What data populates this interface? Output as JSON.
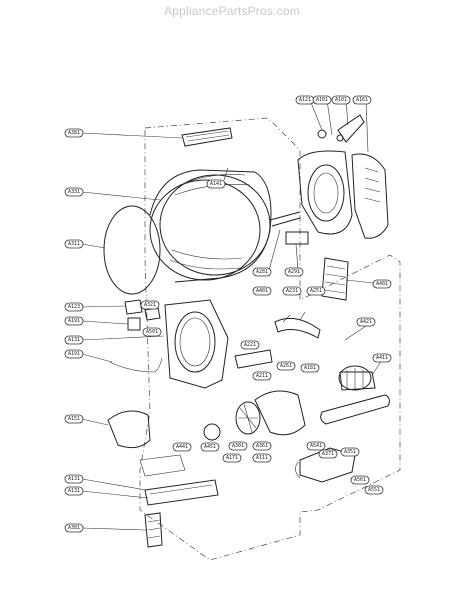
{
  "watermark": "AppliancePartsPros.com",
  "callouts": [
    "A381",
    "A331",
    "A311",
    "A123",
    "A191",
    "A131",
    "A191",
    "A151",
    "A131",
    "A131",
    "A381",
    "A141",
    "A281",
    "A291",
    "A121",
    "A101",
    "A101",
    "A161",
    "A481",
    "A421",
    "A411",
    "A401",
    "A231",
    "A251",
    "A321",
    "A501",
    "A221",
    "A211",
    "A261",
    "A181",
    "A441",
    "A451",
    "A171",
    "A111",
    "A301",
    "A361",
    "A541",
    "A371",
    "A351",
    "A561",
    "A551"
  ]
}
